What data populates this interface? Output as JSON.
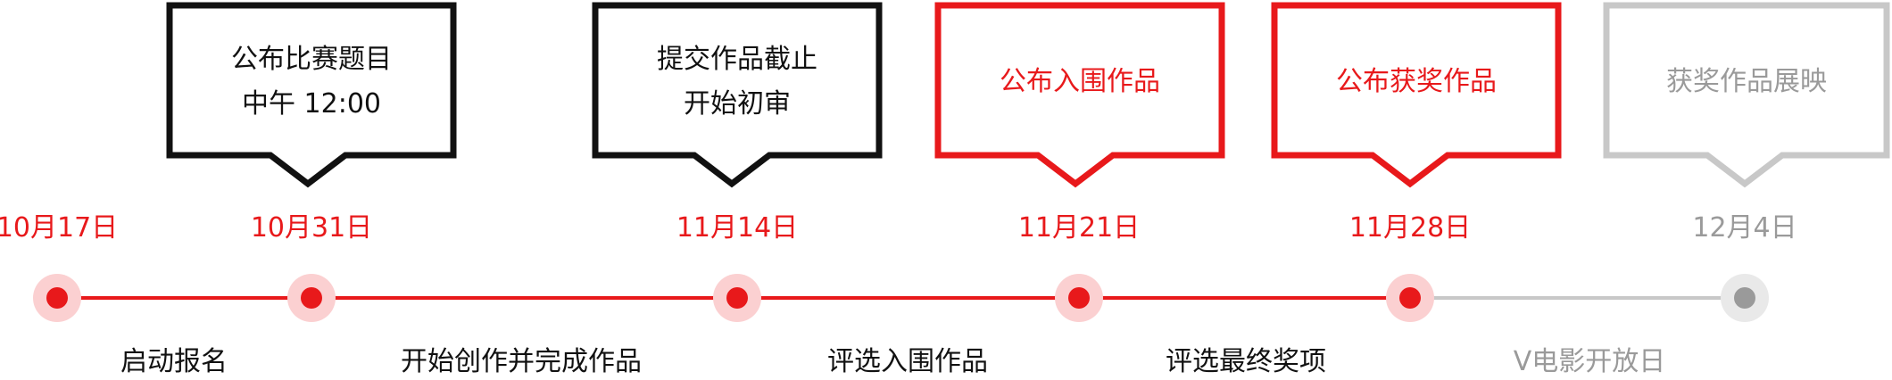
{
  "colors": {
    "red": "#e8191b",
    "black": "#111111",
    "gray": "#c8c8c8",
    "gray_text": "#9a9a9a",
    "red_halo": "#fbd0d1",
    "gray_halo": "#e9e9e9"
  },
  "bubbles": [
    {
      "lines": [
        "公布比赛题目",
        "中午  12:00"
      ],
      "style": "black"
    },
    {
      "lines": [
        "提交作品截止",
        "开始初审"
      ],
      "style": "black"
    },
    {
      "lines": [
        "公布入围作品"
      ],
      "style": "red"
    },
    {
      "lines": [
        "公布获奖作品"
      ],
      "style": "red"
    },
    {
      "lines": [
        "获奖作品展映"
      ],
      "style": "gray"
    }
  ],
  "dates": [
    {
      "text": "10月17日",
      "style": "red"
    },
    {
      "text": "10月31日",
      "style": "red"
    },
    {
      "text": "11月14日",
      "style": "red"
    },
    {
      "text": "11月21日",
      "style": "red"
    },
    {
      "text": "11月28日",
      "style": "red"
    },
    {
      "text": "12月4日",
      "style": "gray"
    }
  ],
  "labels": [
    {
      "text": "启动报名",
      "style": "black"
    },
    {
      "text": "开始创作并完成作品",
      "style": "black"
    },
    {
      "text": "评选入围作品",
      "style": "black"
    },
    {
      "text": "评选最终奖项",
      "style": "black"
    },
    {
      "text": "V电影开放日",
      "style": "gray"
    }
  ]
}
